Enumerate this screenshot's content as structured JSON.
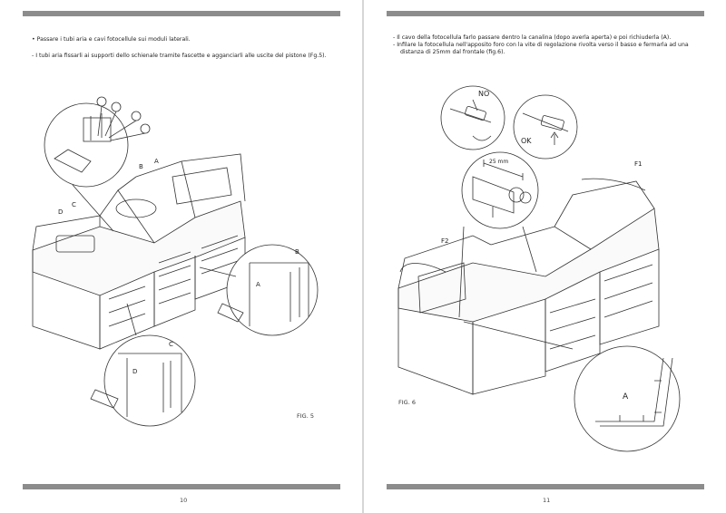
{
  "left_page": {
    "bullet_1": "•  Passare i tubi aria e cavi fotocellule sui moduli laterali.",
    "bullet_2": "-  I tubi aria fissarli ai supporti dello schienale tramite fascette e agganciarli alle uscite del pistone (Fg.5).",
    "figure_label": "FIG. 5",
    "page_number": "10",
    "callouts": {
      "a": "A",
      "b": "B",
      "c": "C",
      "d": "D"
    }
  },
  "right_page": {
    "bullet_1": "-  Il cavo della fotocellula farlo passare dentro la canalina (dopo averla aperta) e poi richiuderla (A).",
    "bullet_2_line1": "-  Infilare la fotocellula nell'apposito foro con la vite di regolazione rivolta verso il basso e fermarla ad una",
    "bullet_2_line2": "distanza di 25mm dal frontale (fig.6).",
    "figure_label": "FIG. 6",
    "page_number": "11",
    "callouts": {
      "no": "NO",
      "ok": "OK",
      "dim": "25 mm",
      "f1": "F1",
      "f2": "F2",
      "a": "A"
    }
  }
}
